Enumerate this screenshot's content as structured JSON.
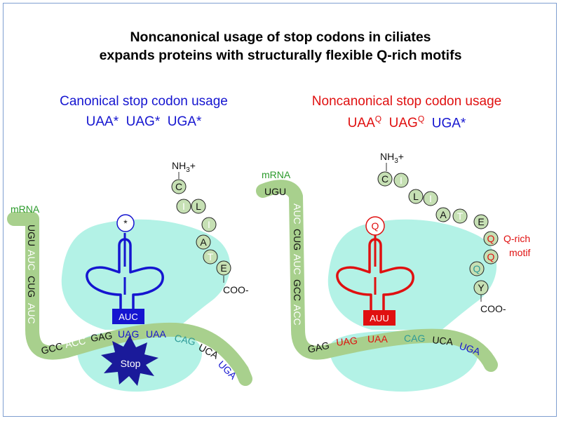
{
  "title": {
    "line1": "Noncanonical usage of stop codons in ciliates",
    "line2": "expands proteins with structurally flexible Q-rich motifs"
  },
  "left": {
    "heading": "Canonical stop codon usage",
    "codons": "UAA*  UAG*  UGA*",
    "mrna_label": "mRNA",
    "nh3": "NH",
    "nh3_sub": "3",
    "nh3_plus": "+",
    "coo": "COO-",
    "trna_top": "*",
    "anticodon": "AUC",
    "stop": "Stop",
    "vertical_codons": [
      "UGU",
      "AUC",
      "CUG",
      "AUC"
    ],
    "bottom_codons": [
      "GCC",
      "ACC",
      "GAG",
      "UAG",
      "UAA",
      "CAG",
      "UCA",
      "UGA"
    ],
    "peptide": [
      "C",
      "I",
      "L",
      "I",
      "A",
      "T",
      "E"
    ]
  },
  "right": {
    "heading": "Noncanonical stop codon usage",
    "codon1": "UAA",
    "codon2": "UAG",
    "sup": "Q",
    "codon3": "UGA*",
    "mrna_label": "mRNA",
    "nh3": "NH",
    "nh3_sub": "3",
    "nh3_plus": "+",
    "coo": "COO-",
    "trna_top": "Q",
    "anticodon": "AUU",
    "qrich1": "Q-rich",
    "qrich2": "motif",
    "top_codon": "UGU",
    "vertical_codons": [
      "AUC",
      "CUG",
      "AUC",
      "GCC",
      "ACC"
    ],
    "bottom_codons": [
      "GAG",
      "UAG",
      "UAA",
      "CAG",
      "UCA",
      "UGA"
    ],
    "peptide": [
      "C",
      "I",
      "L",
      "I",
      "A",
      "T",
      "E",
      "Q",
      "Q",
      "Q",
      "Y"
    ]
  },
  "colors": {
    "ribosome": "#b3f2e6",
    "mrna": "#a8d08d",
    "bead": "#c6e0b4",
    "blue": "#1515d0",
    "red": "#e01010",
    "green_text": "#2a9a2a",
    "teal": "#2e9a96",
    "stop_burst": "#1a1a9a"
  }
}
